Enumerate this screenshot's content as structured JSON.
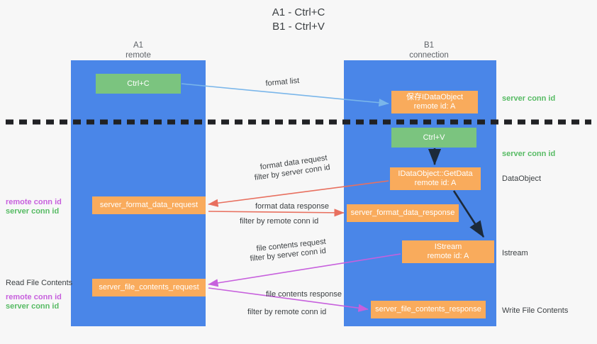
{
  "title": {
    "line1": "A1 - Ctrl+C",
    "line2": "B1 - Ctrl+V"
  },
  "lanes": [
    {
      "id": "a1",
      "name": "A1",
      "role": "remote",
      "color": "#4a86e8"
    },
    {
      "id": "b1",
      "name": "B1",
      "role": "connection",
      "color": "#4a86e8"
    }
  ],
  "colors": {
    "lane": "#4a86e8",
    "node_green": "#7bc47f",
    "node_orange": "#f9ab5c",
    "server_conn_id": "#57bb64",
    "remote_conn_id": "#c760dd",
    "arrow_blue": "#7ab6ea",
    "arrow_red": "#e8705f",
    "arrow_magenta": "#c760dd",
    "arrow_dark": "#1c2a3a",
    "divider": "#202124",
    "background": "#f7f7f7"
  },
  "nodes": {
    "ctrl_c": {
      "label": "Ctrl+C",
      "shape": "rect",
      "fill": "green"
    },
    "save_idataobject": {
      "line1": "保存IDataObject",
      "line2": "remote id: A",
      "fill": "orange"
    },
    "ctrl_v": {
      "label": "Ctrl+V",
      "shape": "rect",
      "fill": "green"
    },
    "getdata": {
      "line1": "IDataObject::GetData",
      "line2": "remote id: A",
      "fill": "orange"
    },
    "istream": {
      "line1": "IStream",
      "line2": "remote id: A",
      "fill": "orange"
    },
    "server_format_data_request": {
      "label": "server_format_data_request",
      "fill": "orange"
    },
    "server_format_data_response": {
      "label": "server_format_data_response",
      "fill": "orange"
    },
    "server_file_contents_request": {
      "label": "server_file_contents_request",
      "fill": "orange"
    },
    "server_file_contents_response": {
      "label": "server_file_contents_response",
      "fill": "orange"
    }
  },
  "edge_labels": {
    "format_list": "format list",
    "format_data_request": "format data request",
    "format_data_request_filter_prefix": "filter by ",
    "format_data_request_filter_value": "server conn id",
    "format_data_response": "format data response",
    "format_data_response_filter_prefix": "filter by ",
    "format_data_response_filter_value": "remote conn id",
    "file_contents_request": "file contents request",
    "file_contents_request_filter_prefix": "filter by ",
    "file_contents_request_filter_value": "server conn id",
    "file_contents_response": "file contents response",
    "file_contents_response_filter_prefix": "filter by ",
    "file_contents_response_filter_value": "remote conn id"
  },
  "gutter_left": {
    "remote_conn_id_1": "remote conn id",
    "server_conn_id_1": "server conn id",
    "read_file_contents": "Read File Contents",
    "remote_conn_id_2": "remote conn id",
    "server_conn_id_2": "server conn id"
  },
  "gutter_right": {
    "server_conn_id_1": "server conn id",
    "server_conn_id_2": "server conn id",
    "dataobject": "DataObject",
    "istream": "Istream",
    "write_file_contents": "Write File Contents"
  }
}
